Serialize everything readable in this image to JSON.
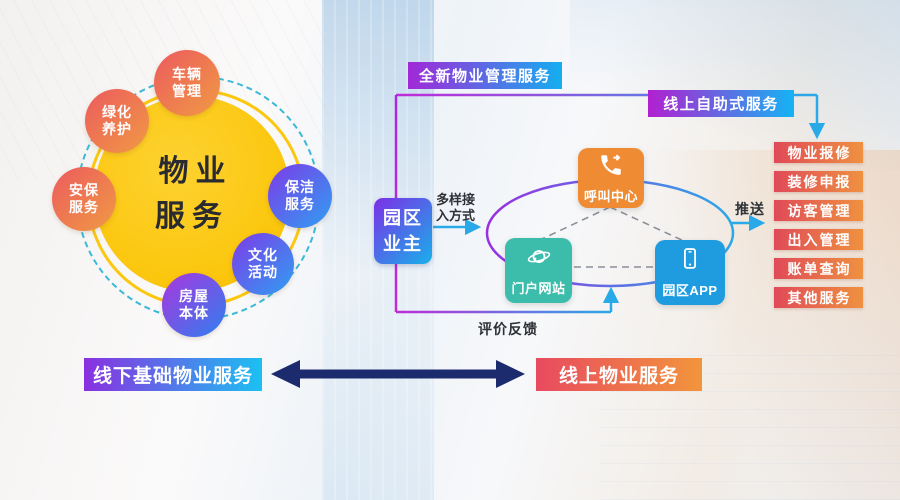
{
  "left": {
    "title1": "物业",
    "title2": "服务",
    "satellites": [
      {
        "l1": "车辆",
        "l2": "管理"
      },
      {
        "l1": "绿化",
        "l2": "养护"
      },
      {
        "l1": "安保",
        "l2": "服务"
      },
      {
        "l1": "保洁",
        "l2": "服务"
      },
      {
        "l1": "文化",
        "l2": "活动"
      },
      {
        "l1": "房屋",
        "l2": "本体"
      }
    ]
  },
  "flow": {
    "header_main": "全新物业管理服务",
    "header_online": "线上自助式服务",
    "owner": {
      "l1": "园区",
      "l2": "业主"
    },
    "access": {
      "l1": "多样接",
      "l2": "入方式"
    },
    "nodes": [
      {
        "label": "呼叫中心",
        "icon": "phone-forward-icon",
        "color": "#ef8b33"
      },
      {
        "label": "门户网站",
        "icon": "planet-icon",
        "color": "#3cbcaa"
      },
      {
        "label": "园区APP",
        "icon": "smartphone-icon",
        "color": "#1f9ce0"
      }
    ],
    "push": "推送",
    "feedback": "评价反馈",
    "services": [
      "物业报修",
      "装修申报",
      "访客管理",
      "出入管理",
      "账单查询",
      "其他服务"
    ]
  },
  "bottom": {
    "offline": "线下基础物业服务",
    "online": "线上物业服务"
  },
  "colors": {
    "yellow_circle": "#fbc60d",
    "warm_gradient": [
      "#ec5a5e",
      "#f09a44"
    ],
    "cool_gradient": [
      "#7e3ae8",
      "#2f9ff2"
    ],
    "magenta_gradient": [
      "#aa35dd",
      "#2f80f0"
    ],
    "header_gradient": [
      "#a128d8",
      "#14aef0"
    ],
    "service_gradient": [
      "#e04a58",
      "#ef9140"
    ],
    "border_magenta": "#c02bd8",
    "line_cyan": "#2aa9e8",
    "dashed_circle": "#3bb9d6",
    "double_arrow_navy": "#1c2a6e",
    "node_orange": "#ef8b33",
    "node_teal": "#3cbcaa",
    "node_blue": "#1f9ce0"
  }
}
